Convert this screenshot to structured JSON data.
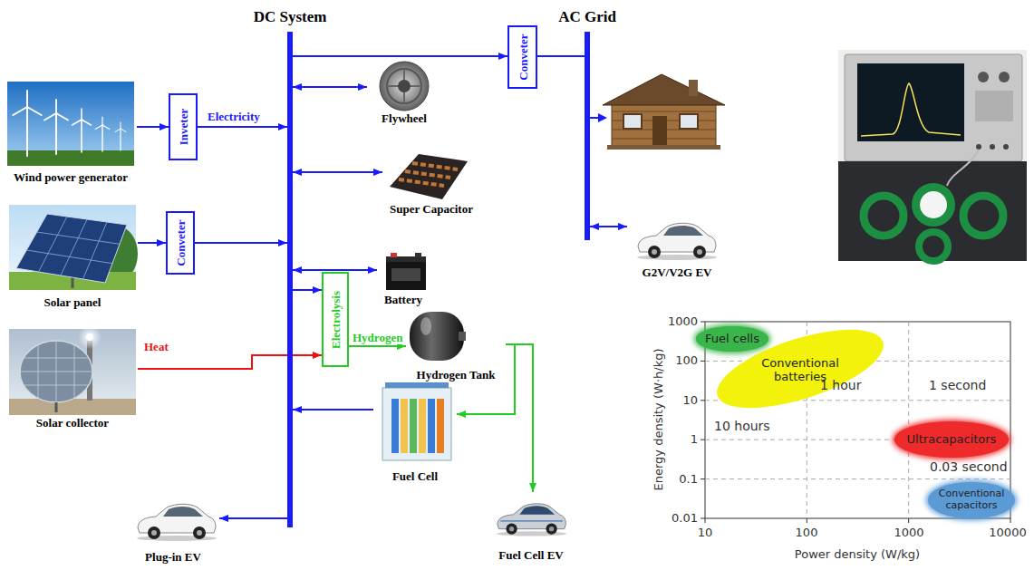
{
  "diagram": {
    "nodes": [
      {
        "text": [
          "DC System"
        ]
      },
      {
        "text": [
          "AC Grid"
        ]
      },
      {
        "text": [
          "Wind power generator"
        ]
      },
      {
        "text": [
          "Inveter"
        ]
      },
      {
        "text": [
          "Solar panel"
        ]
      },
      {
        "text": [
          "Conveter"
        ]
      },
      {
        "text": [
          "Solar collector"
        ]
      },
      {
        "text": [
          "Conveter"
        ]
      },
      {
        "text": [
          "Flywheel"
        ]
      },
      {
        "text": [
          "Super Capacitor"
        ]
      },
      {
        "text": [
          "Battery"
        ]
      },
      {
        "text": [
          "Electrolysis"
        ]
      },
      {
        "text": [
          "Hydrogen Tank"
        ]
      },
      {
        "text": [
          "Fuel Cell"
        ]
      },
      {
        "text": [
          "Plug-in EV"
        ]
      },
      {
        "text": [
          "Fuel Cell EV"
        ]
      },
      {
        "text": [
          "G2V/V2G EV"
        ]
      },
      {
        "text": [
          "Fuel cells"
        ]
      },
      {
        "text": [
          "Conventional batteries"
        ]
      },
      {
        "text": [
          "Ultracapacitors"
        ]
      },
      {
        "text": [
          "Conventional capacitors"
        ]
      }
    ],
    "edges": [
      {
        "from": 2,
        "to": 3,
        "arrow": "to"
      },
      {
        "from": 3,
        "to": 0,
        "label": "Electricity",
        "arrow": "to"
      },
      {
        "from": 4,
        "to": 5,
        "arrow": "to"
      },
      {
        "from": 5,
        "to": 0,
        "arrow": "to"
      },
      {
        "from": 0,
        "to": 7,
        "arrow": "to"
      },
      {
        "from": 7,
        "to": 1,
        "arrow": "none"
      },
      {
        "from": 0,
        "to": 8,
        "arrow": "both"
      },
      {
        "from": 0,
        "to": 9,
        "arrow": "both"
      },
      {
        "from": 0,
        "to": 10,
        "arrow": "both"
      },
      {
        "from": 0,
        "to": 11,
        "arrow": "to"
      },
      {
        "from": 6,
        "to": 11,
        "label": "Heat",
        "arrow": "to"
      },
      {
        "from": 11,
        "to": 12,
        "label": "Hydrogen",
        "arrow": "to"
      },
      {
        "from": 12,
        "to": 13,
        "arrow": "to"
      },
      {
        "from": 12,
        "to": 15,
        "arrow": "to"
      },
      {
        "from": 13,
        "to": 0,
        "arrow": "to"
      },
      {
        "from": 0,
        "to": 14,
        "arrow": "to"
      },
      {
        "from": 1,
        "to": 16,
        "arrow": "both"
      }
    ],
    "labels": [
      "1 hour",
      "1 second",
      "10 hours",
      "0.03 second",
      "1000",
      "100",
      "10",
      "1",
      "0.1",
      "0.01",
      "10",
      "100",
      "1000",
      "10000",
      "Energy density (W·h/kg)",
      "Power density (W/kg)"
    ]
  }
}
